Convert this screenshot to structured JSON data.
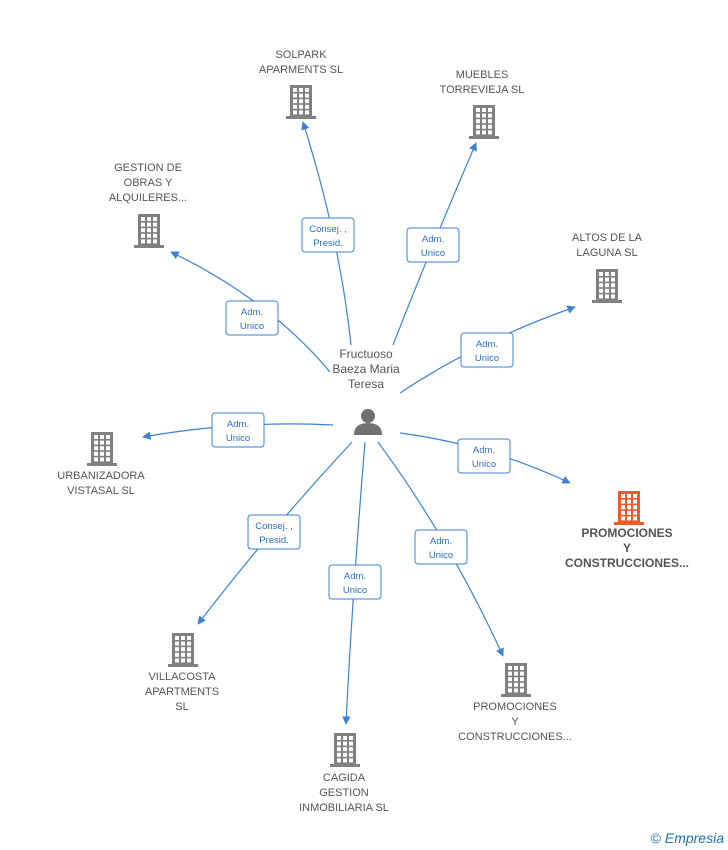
{
  "center": {
    "name_lines": [
      "Fructuoso",
      "Baeza Maria",
      "Teresa"
    ],
    "icon": "person-icon"
  },
  "nodes": [
    {
      "id": "solpark",
      "label_lines": [
        "SOLPARK",
        "APARMENTS  SL"
      ],
      "icon": "building-icon",
      "highlight": false
    },
    {
      "id": "muebles",
      "label_lines": [
        "MUEBLES",
        "TORREVIEJA SL"
      ],
      "icon": "building-icon",
      "highlight": false
    },
    {
      "id": "gestion-obras",
      "label_lines": [
        "GESTION DE",
        "OBRAS Y",
        "ALQUILERES..."
      ],
      "icon": "building-icon",
      "highlight": false
    },
    {
      "id": "altos-laguna",
      "label_lines": [
        "ALTOS DE LA",
        "LAGUNA  SL"
      ],
      "icon": "building-icon",
      "highlight": false
    },
    {
      "id": "urbanizadora",
      "label_lines": [
        "URBANIZADORA",
        "VISTASAL SL"
      ],
      "icon": "building-icon",
      "highlight": false
    },
    {
      "id": "promociones-main",
      "label_lines": [
        "PROMOCIONES",
        "Y",
        "CONSTRUCCIONES..."
      ],
      "icon": "building-icon",
      "highlight": true
    },
    {
      "id": "villacosta",
      "label_lines": [
        "VILLACOSTA",
        "APARTMENTS",
        "SL"
      ],
      "icon": "building-icon",
      "highlight": false
    },
    {
      "id": "cagida",
      "label_lines": [
        "CAGIDA",
        "GESTION",
        "INMOBILIARIA SL"
      ],
      "icon": "building-icon",
      "highlight": false
    },
    {
      "id": "promociones-2",
      "label_lines": [
        "PROMOCIONES",
        "Y",
        "CONSTRUCCIONES..."
      ],
      "icon": "building-icon",
      "highlight": false
    }
  ],
  "edges": [
    {
      "to": "solpark",
      "label_lines": [
        "Consej. ,",
        "Presid."
      ]
    },
    {
      "to": "muebles",
      "label_lines": [
        "Adm.",
        "Unico"
      ]
    },
    {
      "to": "gestion-obras",
      "label_lines": [
        "Adm.",
        "Unico"
      ]
    },
    {
      "to": "altos-laguna",
      "label_lines": [
        "Adm.",
        "Unico"
      ]
    },
    {
      "to": "urbanizadora",
      "label_lines": [
        "Adm.",
        "Unico"
      ]
    },
    {
      "to": "promociones-main",
      "label_lines": [
        "Adm.",
        "Unico"
      ]
    },
    {
      "to": "villacosta",
      "label_lines": [
        "Consej. ,",
        "Presid."
      ]
    },
    {
      "to": "cagida",
      "label_lines": [
        "Adm.",
        "Unico"
      ]
    },
    {
      "to": "promociones-2",
      "label_lines": [
        "Adm.",
        "Unico"
      ]
    }
  ],
  "colors": {
    "edge": "#3b82d6",
    "building": "#808080",
    "building_highlight": "#f05a28",
    "person": "#707070"
  },
  "footer": {
    "copyright_symbol": "©",
    "brand": "Empresia"
  }
}
